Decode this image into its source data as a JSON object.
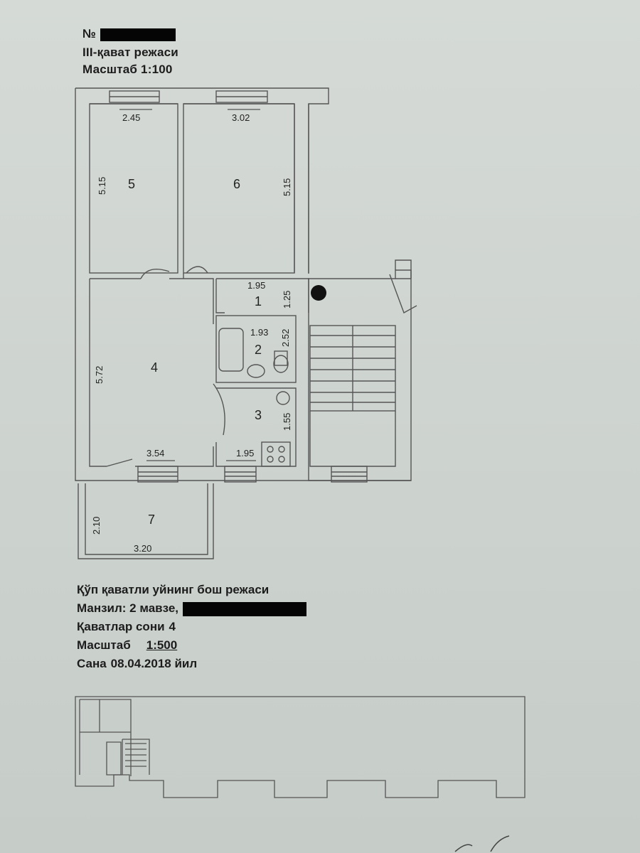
{
  "header": {
    "number_label": "№",
    "floor_plan_title": "III-қават режаси",
    "scale_text": "Масштаб 1:100"
  },
  "rooms": [
    {
      "number": "5",
      "width": "2.45",
      "length": "5.15"
    },
    {
      "number": "6",
      "width": "3.02",
      "length": "5.15"
    },
    {
      "number": "1",
      "width": "1.95",
      "length": "1.25"
    },
    {
      "number": "2",
      "width": "1.93",
      "length": "2.52"
    },
    {
      "number": "3",
      "width": "1.95",
      "length": "1.55"
    },
    {
      "number": "4",
      "width": "3.54",
      "length": "5.72"
    },
    {
      "number": "7",
      "width": "3.20",
      "length": "2.10"
    }
  ],
  "footer": {
    "building_title": "Қўп қаватли уйнинг бош режаси",
    "address_label": "Манзил: 2 мавзе,",
    "floors_label": "Қаватлар сони",
    "floors_value": "4",
    "scale_label": "Масштаб",
    "scale_value": "1:500",
    "date_label": "Сана",
    "date_value": "08.04.2018 йил"
  }
}
